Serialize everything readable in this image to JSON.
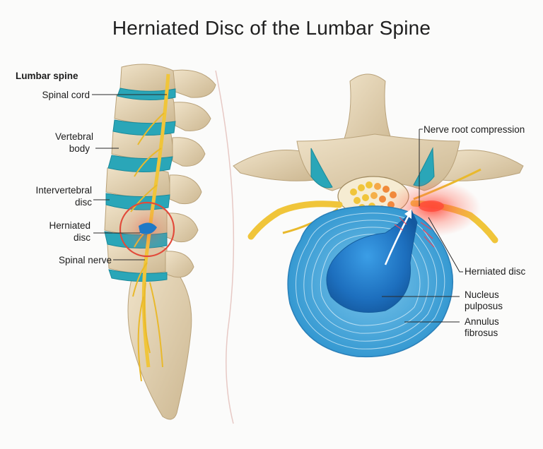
{
  "title": "Herniated Disc of the Lumbar Spine",
  "left_panel": {
    "heading": "Lumbar spine",
    "labels": {
      "spinal_cord": "Spinal cord",
      "vertebral_body_1": "Vertebral",
      "vertebral_body_2": "body",
      "intervertebral_disc_1": "Intervertebral",
      "intervertebral_disc_2": "disc",
      "herniated_disc_1": "Herniated",
      "herniated_disc_2": "disc",
      "spinal_nerve": "Spinal nerve"
    }
  },
  "right_panel": {
    "labels": {
      "nerve_root_compression": "Nerve root compression",
      "herniated_disc": "Herniated disc",
      "nucleus_pulposus_1": "Nucleus",
      "nucleus_pulposus_2": "pulposus",
      "annulus_fibrosus_1": "Annulus",
      "annulus_fibrosus_2": "fibrosus"
    }
  },
  "colors": {
    "bone": "#e3d2b4",
    "bone_shadow": "#c9b48e",
    "disc": "#2aa6b8",
    "nerve": "#f0c53a",
    "annulus": "#3fa4d8",
    "nucleus": "#1f79c6",
    "inflammation": "#f04a3a"
  }
}
